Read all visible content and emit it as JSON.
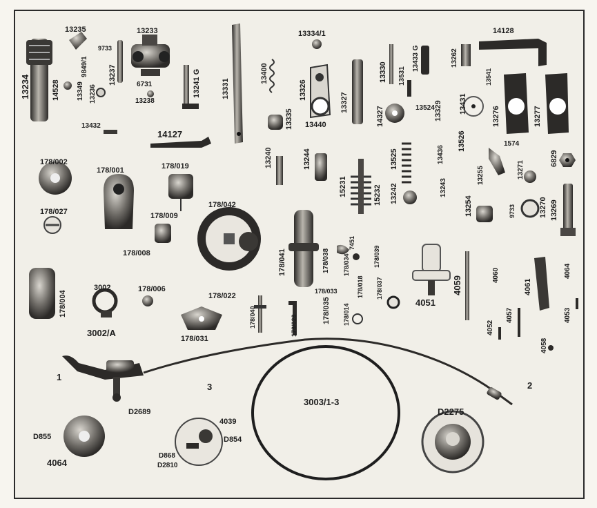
{
  "labels": {
    "p13234": "13234",
    "p13235": "13235",
    "p13233": "13233",
    "p9733a": "9733",
    "p13237": "13237",
    "p9849": "9849/1",
    "p14528": "14528",
    "p13349": "13349",
    "p13236": "13236",
    "p6731": "6731",
    "p13238": "13238",
    "p13241g": "13241 G",
    "p13331": "13331",
    "p13334": "13334/1",
    "p13400": "13400",
    "p13326": "13326",
    "p13327": "13327",
    "p13335": "13335",
    "p13440": "13440",
    "p13330": "13330",
    "p13531": "13531",
    "p13433g": "13433 G",
    "p14128": "14128",
    "p13262": "13262",
    "p13541": "13541",
    "p14327": "14327",
    "p13524": "13524",
    "p13329": "13329",
    "p13431": "13431",
    "p13276": "13276",
    "p13277": "13277",
    "p13432": "13432",
    "p14127": "14127",
    "p178002": "178/002",
    "p178001": "178/001",
    "p178019": "178/019",
    "p13240": "13240",
    "p13244": "13244",
    "p15231": "15231",
    "p15232": "15232",
    "p13525": "13525",
    "p13242": "13242",
    "p13436": "13436",
    "p13526": "13526",
    "p1574": "1574",
    "p13255": "13255",
    "p13271": "13271",
    "p6829": "6829",
    "p13243": "13243",
    "p13254": "13254",
    "p9733b": "9733",
    "p13270": "13270",
    "p13269": "13269",
    "p178027": "178/027",
    "p178009": "178/009",
    "p178042": "178/042",
    "p178008": "178/008",
    "p178041": "178/041",
    "p178038": "178/038",
    "p178034": "178/034",
    "p7451": "7451",
    "p178039": "178/039",
    "p4051": "4051",
    "p4059": "4059",
    "p4060": "4060",
    "p4061": "4061",
    "p4064a": "4064",
    "p178004": "178/004",
    "p3002": "3002",
    "p178006": "178/006",
    "p178022": "178/022",
    "p178035": "178/035",
    "p178033": "178/033",
    "p178018": "178/018",
    "p178037": "178/037",
    "p178014": "178/014",
    "p178040": "178/040",
    "p178028": "178/028",
    "p4052": "4052",
    "p4057": "4057",
    "p4058": "4058",
    "p4053": "4053",
    "p3002a": "3002/A",
    "p178031": "178/031",
    "p1": "1",
    "p3": "3",
    "p2": "2",
    "p30031": "3003/1-3",
    "pD2275": "D2275",
    "pD2689": "D2689",
    "p4039": "4039",
    "pD855": "D855",
    "pD854": "D854",
    "p4064b": "4064",
    "pD868": "D868",
    "pD2810": "D2810"
  }
}
